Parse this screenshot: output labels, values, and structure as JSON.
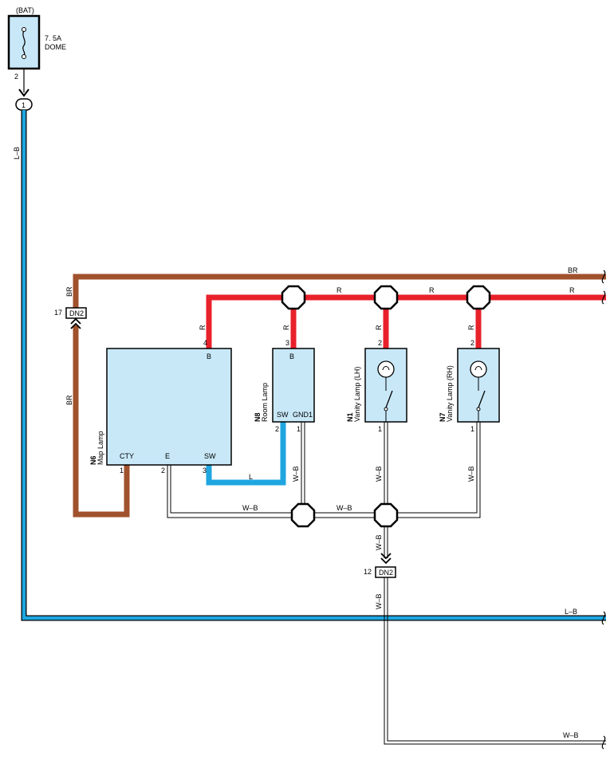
{
  "source": {
    "name": "(BAT)"
  },
  "fuse": {
    "rating": "7. 5A",
    "name": "DOME",
    "pin": "2"
  },
  "joint_top": {
    "pin": "1"
  },
  "wire_colors": {
    "LB": "L–B",
    "BR": "BR",
    "R": "R",
    "L": "L",
    "WB": "W–B"
  },
  "connector": {
    "name": "DN2",
    "pin_top": "17",
    "pin_bottom": "12"
  },
  "components": {
    "map_lamp": {
      "code": "N6",
      "name": "Map Lamp",
      "terminals": {
        "B": "B",
        "CTY": "CTY",
        "E": "E",
        "SW": "SW"
      },
      "pins": {
        "B": "4",
        "CTY": "1",
        "E": "2",
        "SW": "3"
      }
    },
    "room_lamp": {
      "code": "N8",
      "name": "Room Lamp",
      "terminals": {
        "B": "B",
        "SW": "SW",
        "GND": "GND1"
      },
      "pins": {
        "B": "3",
        "SW": "2",
        "GND": "1"
      }
    },
    "vanity_lh": {
      "code": "N1",
      "name": "Vanity Lamp (LH)",
      "pins": {
        "top": "2",
        "bottom": "1"
      }
    },
    "vanity_rh": {
      "code": "N7",
      "name": "Vanity Lamp (RH)",
      "pins": {
        "top": "2",
        "bottom": "1"
      }
    }
  },
  "colors": {
    "red": "#e8212b",
    "brown": "#a0522d",
    "blue": "#1fa6e0",
    "component_fill": "#c8e8f8"
  }
}
